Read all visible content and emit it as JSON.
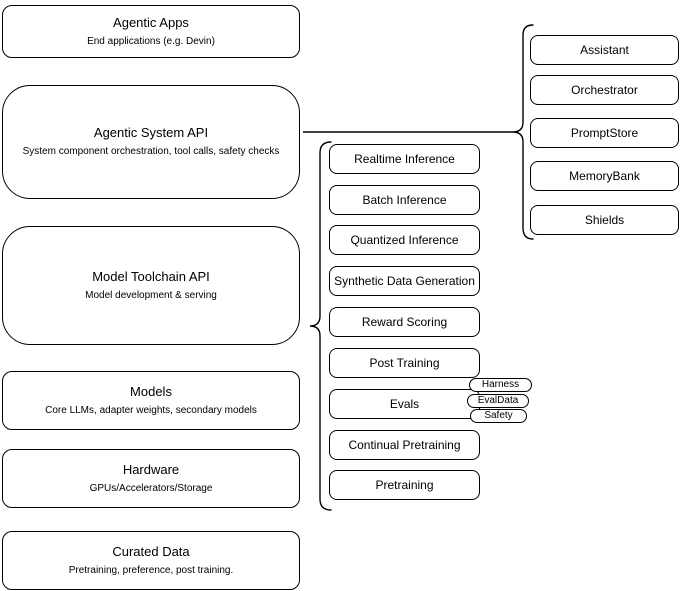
{
  "diagram": {
    "stack": [
      {
        "title": "Agentic Apps",
        "subtitle": "End applications (e.g. Devin)"
      },
      {
        "title": "Agentic System API",
        "subtitle": "System component orchestration, tool calls, safety checks"
      },
      {
        "title": "Model Toolchain API",
        "subtitle": "Model development & serving"
      },
      {
        "title": "Models",
        "subtitle": "Core LLMs, adapter weights, secondary models"
      },
      {
        "title": "Hardware",
        "subtitle": "GPUs/Accelerators/Storage"
      },
      {
        "title": "Curated Data",
        "subtitle": "Pretraining, preference, post training."
      }
    ],
    "toolchain": {
      "items": [
        "Realtime Inference",
        "Batch Inference",
        "Quantized Inference",
        "Synthetic Data Generation",
        "Reward Scoring",
        "Post Training",
        "Evals",
        "Continual Pretraining",
        "Pretraining"
      ],
      "evals_tags": [
        "Harness",
        "EvalData",
        "Safety"
      ]
    },
    "components": {
      "items": [
        "Assistant",
        "Orchestrator",
        "PromptStore",
        "MemoryBank",
        "Shields"
      ]
    },
    "colors": {
      "stroke": "#000000",
      "fill": "#ffffff",
      "text": "#000000",
      "background": "#ffffff"
    }
  }
}
